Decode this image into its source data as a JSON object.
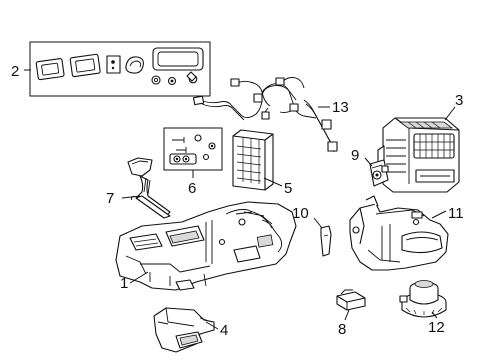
{
  "figure": {
    "callouts": [
      {
        "id": "c1",
        "text": "1"
      },
      {
        "id": "c2",
        "text": "2"
      },
      {
        "id": "c3",
        "text": "3"
      },
      {
        "id": "c4",
        "text": "4"
      },
      {
        "id": "c5",
        "text": "5"
      },
      {
        "id": "c6",
        "text": "6"
      },
      {
        "id": "c7",
        "text": "7"
      },
      {
        "id": "c8",
        "text": "8"
      },
      {
        "id": "c9",
        "text": "9"
      },
      {
        "id": "c10",
        "text": "10"
      },
      {
        "id": "c11",
        "text": "11"
      },
      {
        "id": "c12",
        "text": "12"
      },
      {
        "id": "c13",
        "text": "13"
      }
    ]
  }
}
